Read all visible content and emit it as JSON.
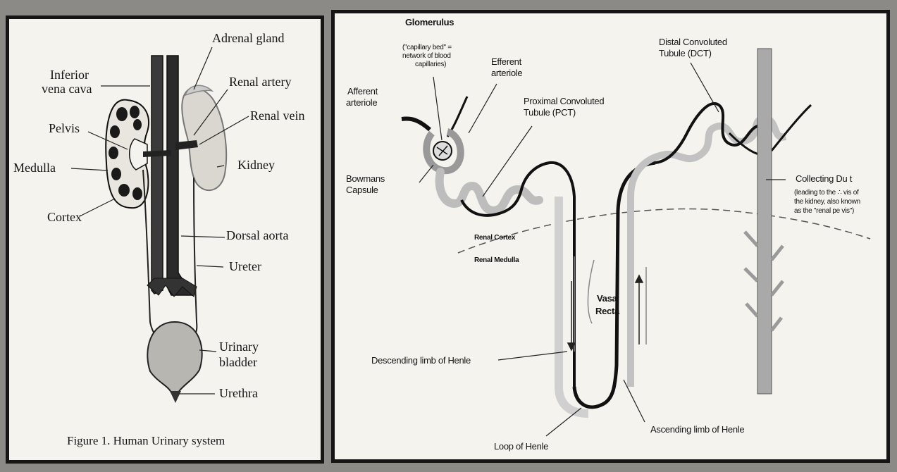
{
  "figure1": {
    "labels": {
      "adrenal_gland": "Adrenal gland",
      "inferior_vena_cava_1": "Inferior",
      "inferior_vena_cava_2": "vena cava",
      "renal_artery": "Renal artery",
      "renal_vein": "Renal vein",
      "pelvis": "Pelvis",
      "medulla": "Medulla",
      "kidney": "Kidney",
      "cortex": "Cortex",
      "dorsal_aorta": "Dorsal aorta",
      "ureter": "Ureter",
      "urinary_bladder_1": "Urinary",
      "urinary_bladder_2": "bladder",
      "urethra": "Urethra"
    },
    "caption": "Figure 1. Human Urinary system"
  },
  "nephron": {
    "labels": {
      "glomerulus": "Glomerulus",
      "glomerulus_note_1": "(\"capillary bed\" =",
      "glomerulus_note_2": "network of blood",
      "glomerulus_note_3": "capillaries)",
      "efferent_1": "Efferent",
      "efferent_2": "arteriole",
      "afferent_1": "Afferent",
      "afferent_2": "arteriole",
      "pct_1": "Proximal Convoluted",
      "pct_2": "Tubule (PCT)",
      "dct_1": "Distal Convoluted",
      "dct_2": "Tubule (DCT)",
      "bowmans_1": "Bowmans",
      "bowmans_2": "Capsule",
      "collecting_1": "Collecting Du t",
      "collecting_2": "(leading to the ∴ vis of",
      "collecting_3": "the kidney, also known",
      "collecting_4": "as the \"renal pe vis\")",
      "renal_cortex": "Renal Cortex",
      "renal_medulla": "Renal Medulla",
      "vasa_1": "Vasa",
      "vasa_2": "Recta",
      "descending": "Descending limb of Henle",
      "ascending": "Ascending limb of Henle",
      "loop": "Loop of Henle"
    }
  }
}
